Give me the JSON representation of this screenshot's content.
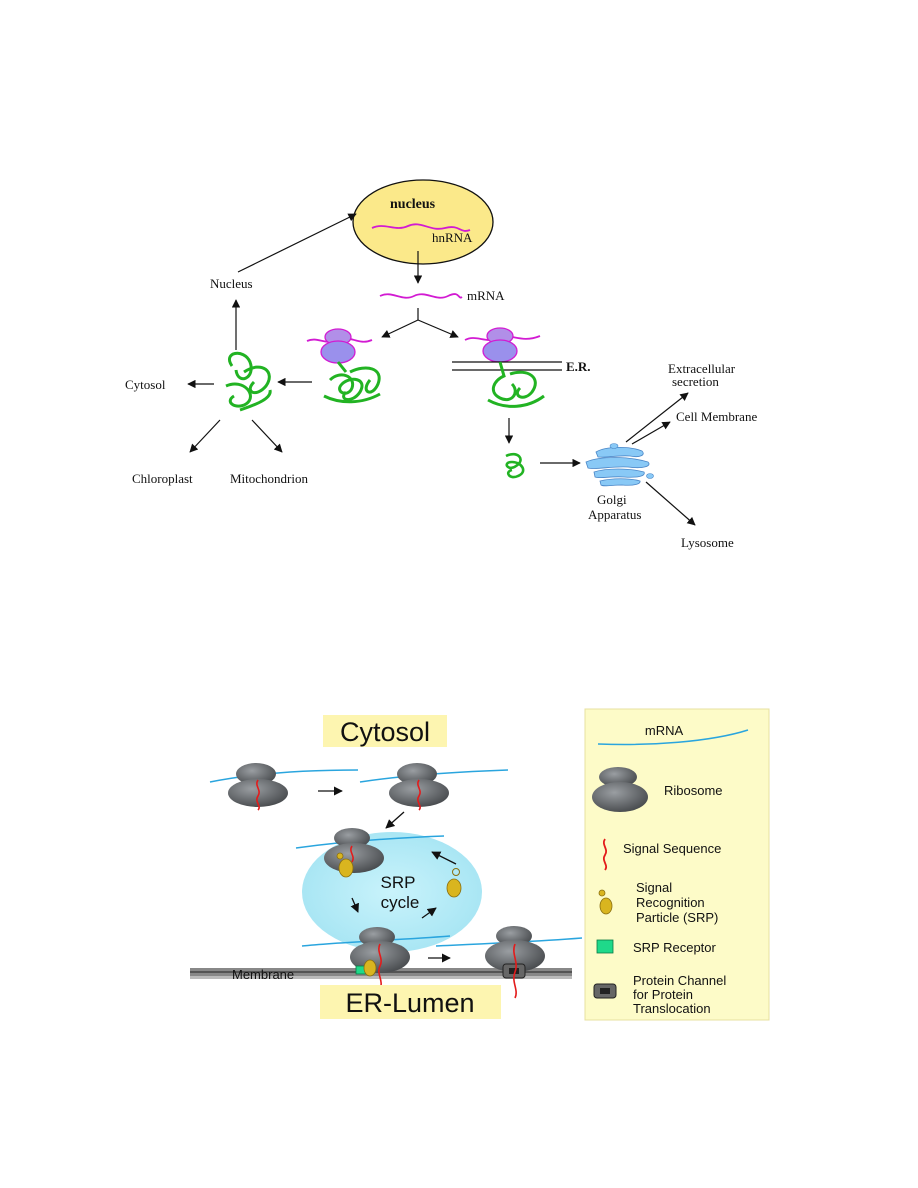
{
  "diagram_top": {
    "nucleus_title": "nucleus",
    "hnrna": "hnRNA",
    "mrna": "mRNA",
    "nucleus_label": "Nucleus",
    "cytosol": "Cytosol",
    "chloroplast": "Chloroplast",
    "mitochondrion": "Mitochondrion",
    "er": "E.R.",
    "extracellular_line1": "Extracellular",
    "extracellular_line2": "secretion",
    "cell_membrane": "Cell Membrane",
    "golgi_line1": "Golgi",
    "golgi_line2": "Apparatus",
    "lysosome": "Lysosome"
  },
  "diagram_bottom": {
    "cytosol_title": "Cytosol",
    "er_lumen_title": "ER-Lumen",
    "srp_cycle_line1": "SRP",
    "srp_cycle_line2": "cycle",
    "membrane": "Membrane"
  },
  "legend": {
    "mrna": "mRNA",
    "ribosome": "Ribosome",
    "signal_sequence": "Signal Sequence",
    "srp_line1": "Signal",
    "srp_line2": "Recognition",
    "srp_line3": "Particle (SRP)",
    "srp_receptor": "SRP Receptor",
    "channel_line1": "Protein Channel",
    "channel_line2": "for Protein",
    "channel_line3": "Translocation"
  },
  "colors": {
    "nucleus_fill": "#fbe98a",
    "mrna_magenta": "#d21bd2",
    "protein_green": "#22b323",
    "golgi_blue": "#89c9f6",
    "ribosome_gray": "#55595c",
    "legend_bg": "#fdfbc8",
    "title_bg": "#fdf5b0",
    "srp_halo": "#a9e9f5",
    "signal_red": "#e31b1b",
    "srp_gold": "#d9b51f",
    "receptor_green": "#1fd98a",
    "mrna_blue": "#2aa5de"
  }
}
